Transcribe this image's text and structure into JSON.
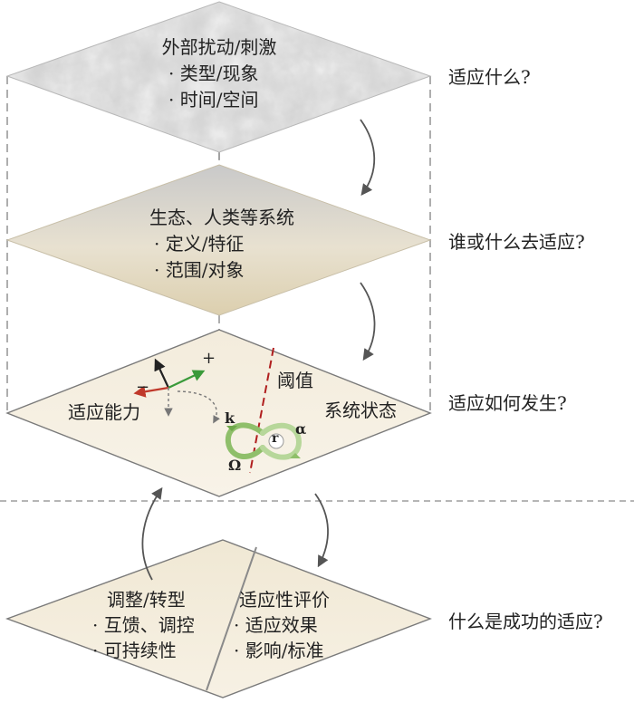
{
  "layers": [
    {
      "title": "外部扰动/刺激",
      "bullets": [
        "· 类型/现象",
        "· 时间/空间"
      ],
      "question": "适应什么?"
    },
    {
      "title": "生态、人类等系统",
      "bullets": [
        "· 定义/特征",
        "· 范围/对象"
      ],
      "question": "谁或什么去适应?"
    },
    {
      "left_label": "适应能力",
      "threshold_label": "阈值",
      "state_label": "系统状态",
      "plus": "+",
      "minus": "−",
      "cycle": {
        "k": "k",
        "r": "r",
        "alpha": "α",
        "omega": "Ω"
      },
      "question": "适应如何发生?"
    },
    {
      "left_title": "调整/转型",
      "left_bullets": [
        "· 互馈、调控",
        "· 可持续性"
      ],
      "right_title": "适应性评价",
      "right_bullets": [
        "· 适应效果",
        "· 影响/标准"
      ],
      "question": "什么是成功的适应?"
    }
  ],
  "colors": {
    "stone": "#cfcfcf",
    "beige": "#eee4cc",
    "beige_light": "#f6f0e2",
    "threshold": "#b01e1e",
    "arrow_green": "#3a9a3a",
    "arrow_red": "#c0392b",
    "dashed": "#9a9a9a"
  }
}
